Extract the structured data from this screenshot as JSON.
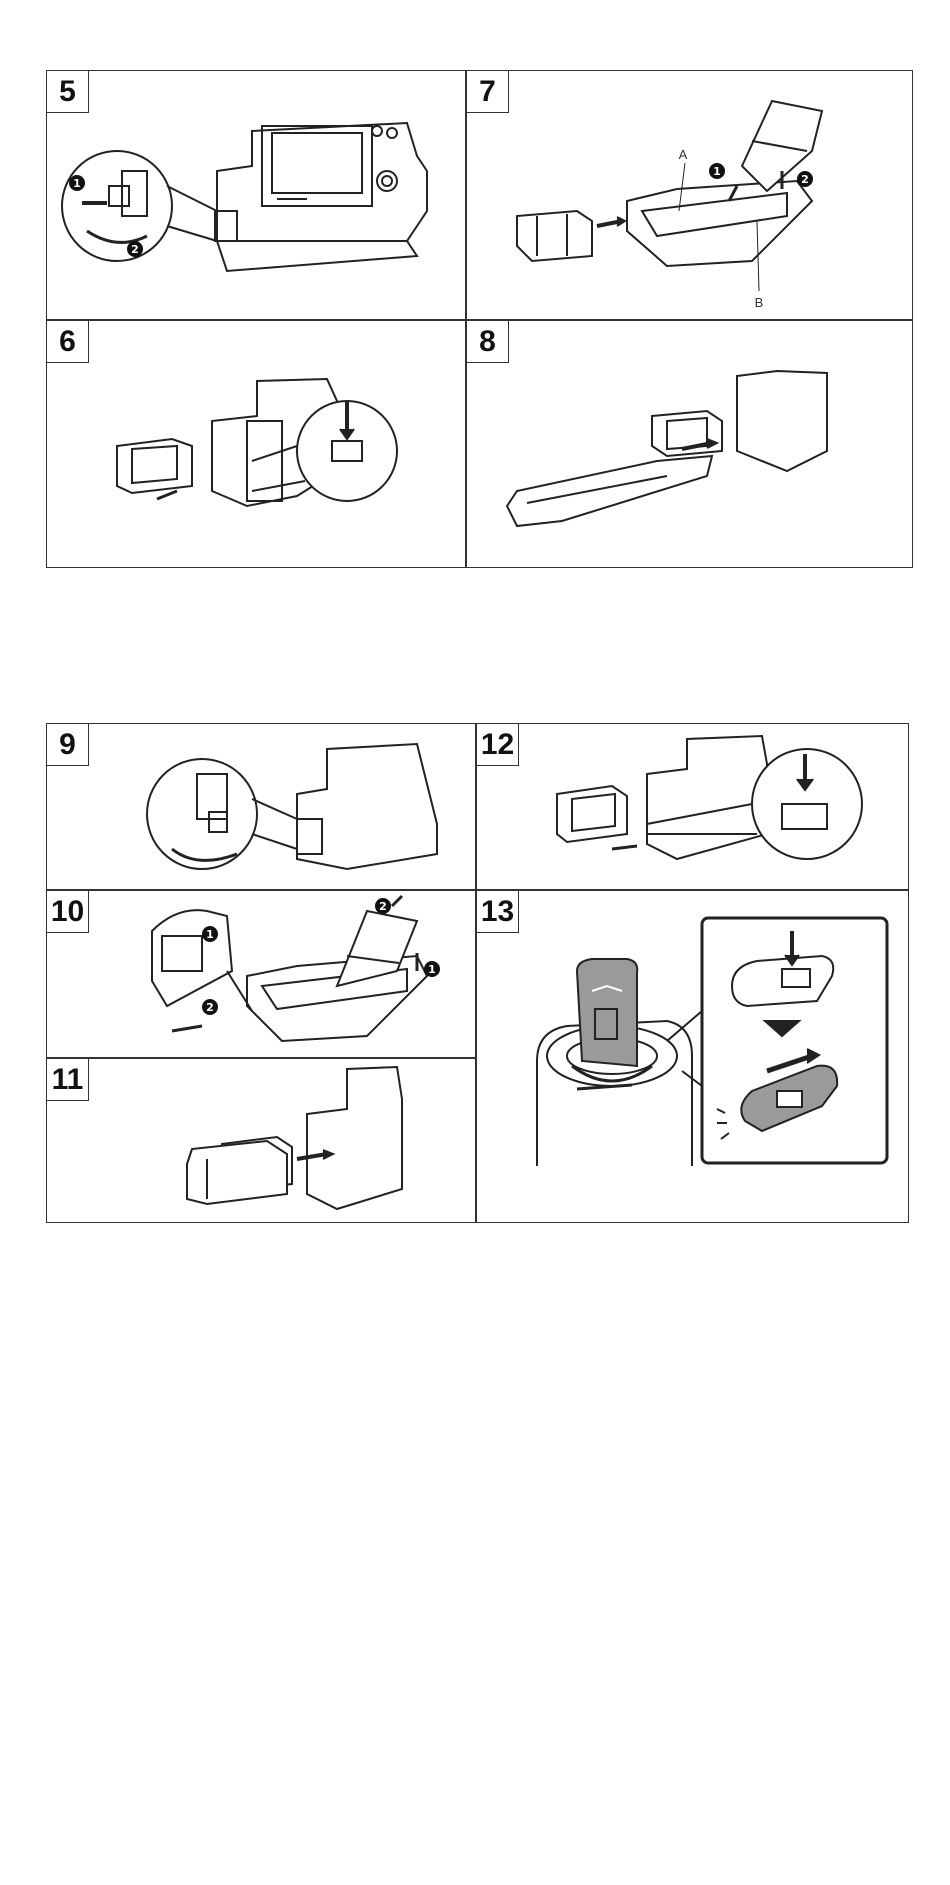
{
  "panels": {
    "p5": {
      "number": "5"
    },
    "p6": {
      "number": "6"
    },
    "p7": {
      "number": "7",
      "label_a": "A",
      "label_b": "B"
    },
    "p8": {
      "number": "8"
    },
    "p9": {
      "number": "9"
    },
    "p10": {
      "number": "10"
    },
    "p11": {
      "number": "11"
    },
    "p12": {
      "number": "12"
    },
    "p13": {
      "number": "13"
    }
  },
  "step_markers": {
    "one": "1",
    "two": "2"
  },
  "colors": {
    "line": "#333333",
    "ink": "#111111",
    "cap_gray": "#9a9a9a",
    "background": "#ffffff"
  }
}
